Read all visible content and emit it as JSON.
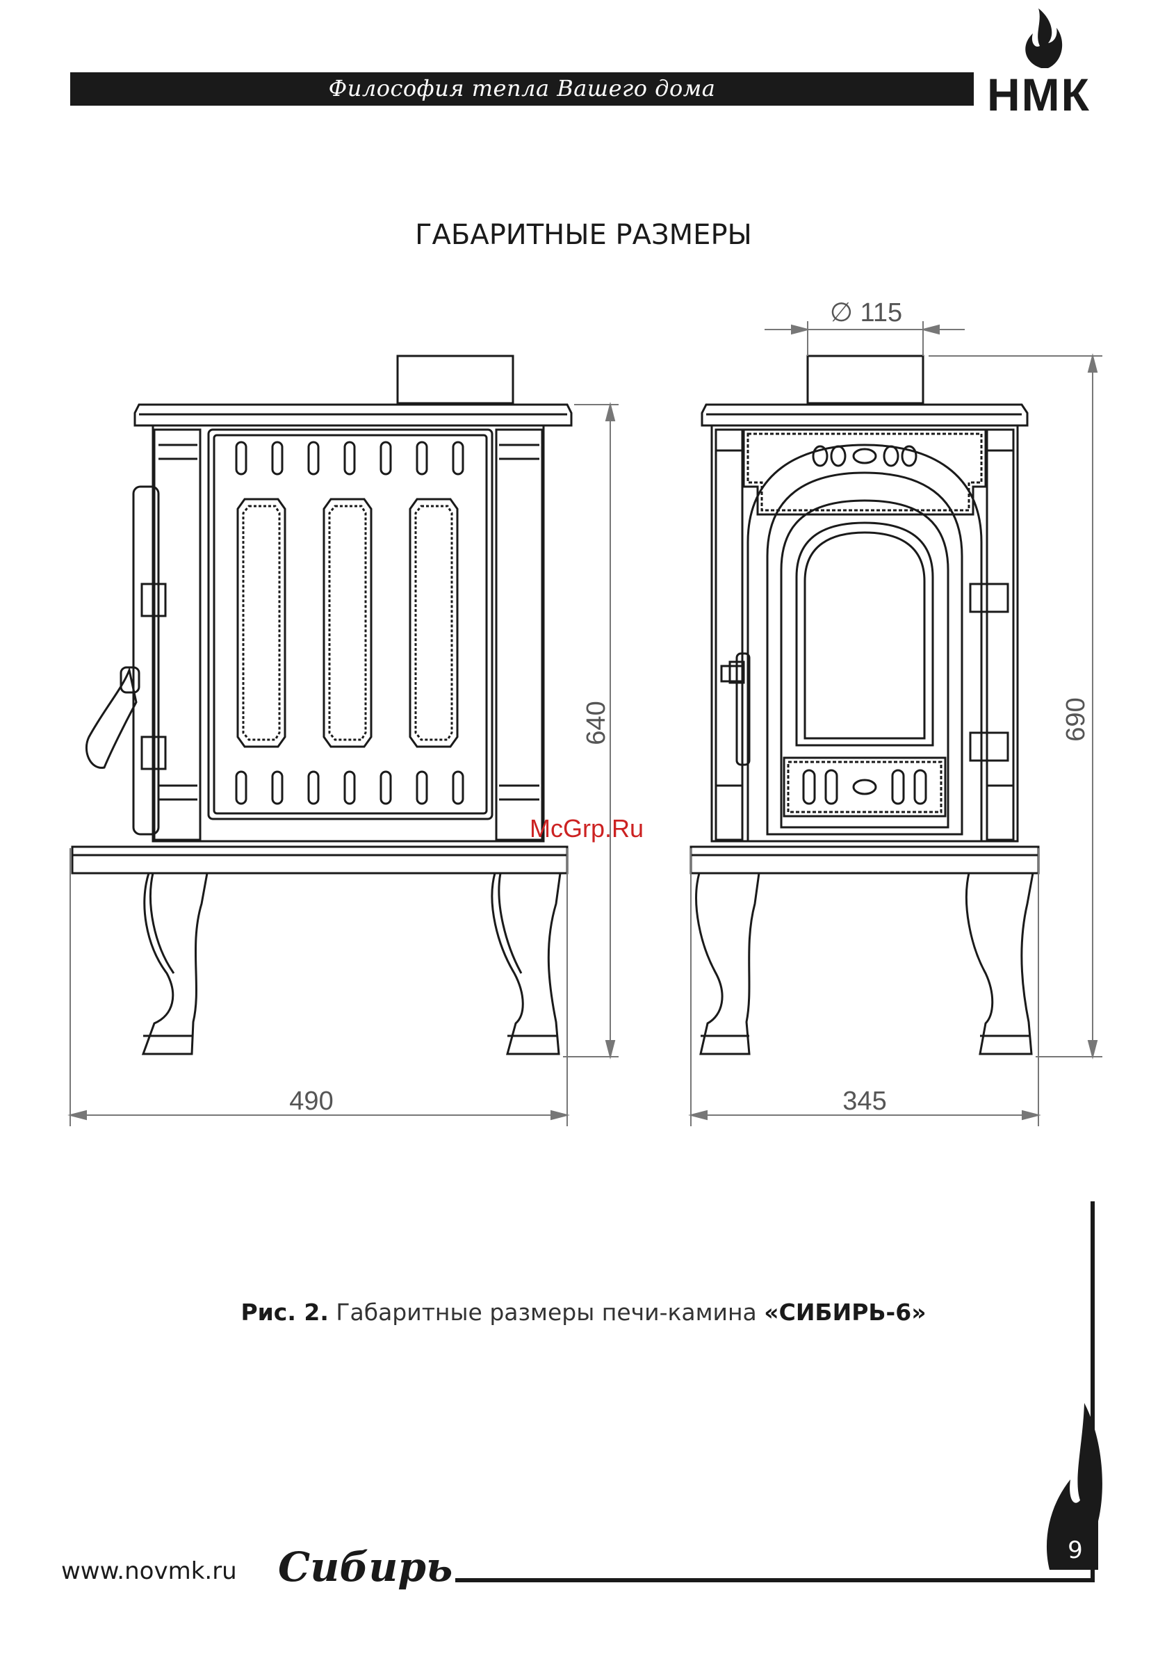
{
  "header": {
    "slogan": "Философия тепла Вашего дома",
    "logo": "НМК"
  },
  "title": "ГАБАРИТНЫЕ РАЗМЕРЫ",
  "drawing": {
    "side_view": {
      "width_label": "490",
      "height_label": "640"
    },
    "front_view": {
      "width_label": "345",
      "height_label": "690",
      "flue_label": "∅ 115"
    },
    "watermark": "McGrp.Ru"
  },
  "caption": {
    "prefix": "Рис. 2.",
    "text": "Габаритные размеры печи-камина",
    "model": "«СИБИРЬ-6»"
  },
  "footer": {
    "url": "www.novmk.ru",
    "brand": "Сибирь",
    "page": "9"
  },
  "colors": {
    "ink": "#1a1a1a",
    "watermark": "#cc2222"
  }
}
